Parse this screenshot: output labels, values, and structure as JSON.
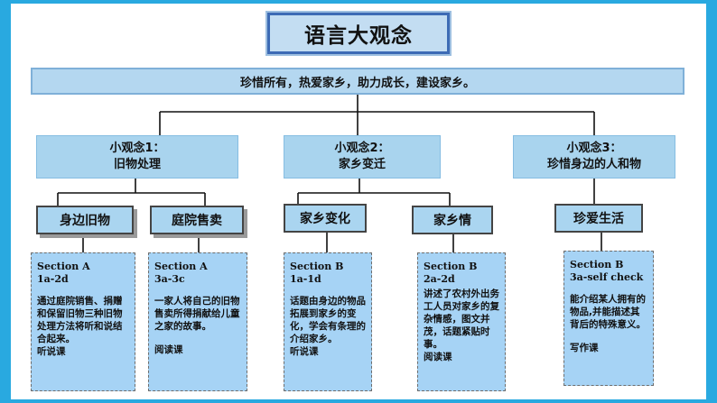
{
  "title": "语言大观念",
  "big_idea": "珍惜所有，热爱家乡，助力成长，建设家乡。",
  "concepts": [
    {
      "line1": "小观念1：",
      "line2": "旧物处理"
    },
    {
      "line1": "小观念2：",
      "line2": "家乡变迁"
    },
    {
      "line1": "小观念3：",
      "line2": "珍惜身边的人和物"
    }
  ],
  "topics": [
    "身边旧物",
    "庭院售卖",
    "家乡变化",
    "家乡情",
    "珍爱生活"
  ],
  "cards": [
    {
      "section": "Section A",
      "range": "1a-2d",
      "desc": "通过庭院销售、捐赠和保留旧物三种旧物处理方法将听和说结合起来。",
      "type": "听说课"
    },
    {
      "section": "Section A",
      "range": "3a-3c",
      "desc": "一家人将自己的旧物售卖所得捐献给儿童之家的故事。",
      "type": "阅读课"
    },
    {
      "section": "Section B",
      "range": "1a-1d",
      "desc": "话题由身边的物品拓展到家乡的变化，学会有条理的介绍家乡。",
      "type": "听说课"
    },
    {
      "section": "Section B",
      "range": "2a-2d",
      "desc": "讲述了农村外出务工人员对家乡的复杂情感，图文并茂，话题紧贴时事。",
      "type": "阅读课"
    },
    {
      "section": "Section B",
      "range": "3a-self check",
      "desc": "能介绍某人拥有的物品,并能描述其背后的特殊意义。",
      "type": "写作课"
    }
  ],
  "colors": {
    "frame": "#29a9e0",
    "box_fill": "#a9d4ee",
    "card_fill": "#a6d3f5",
    "title_border": "#3d6bb5"
  }
}
